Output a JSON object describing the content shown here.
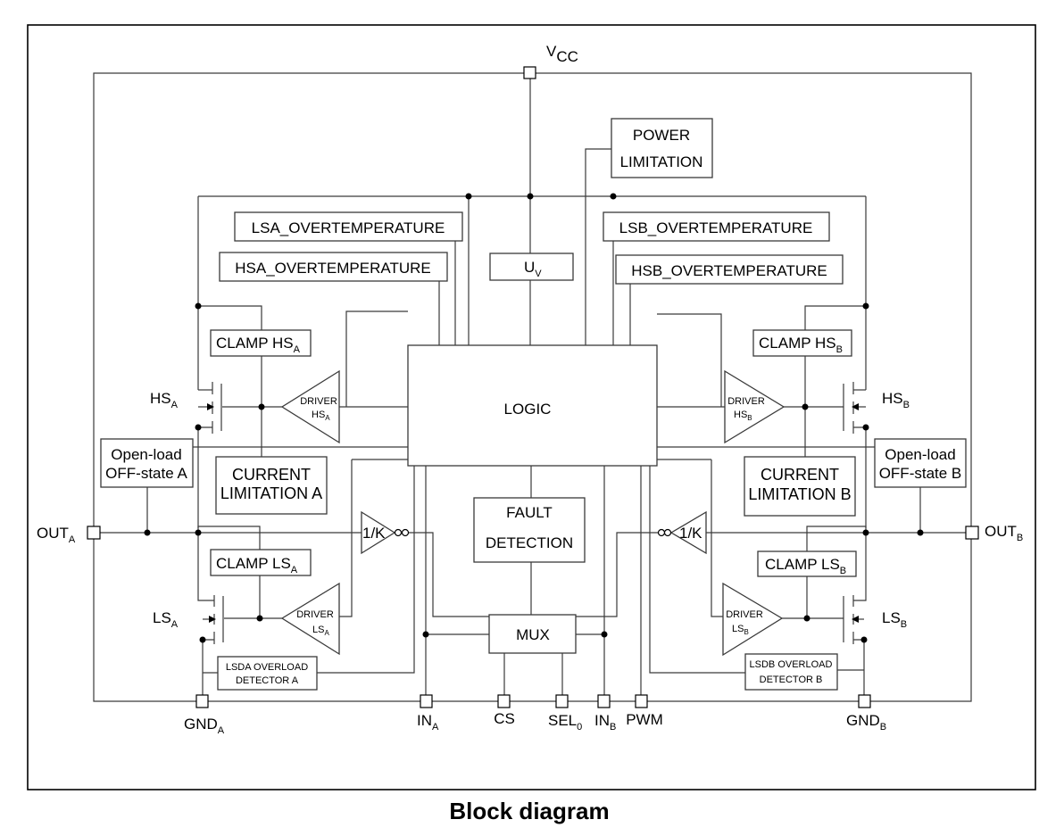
{
  "caption": "Block diagram",
  "pins": {
    "vcc": {
      "main": "V",
      "sub": "CC"
    },
    "out_a": {
      "main": "OUT",
      "sub": "A"
    },
    "out_b": {
      "main": "OUT",
      "sub": "B"
    },
    "gnd_a": {
      "main": "GND",
      "sub": "A"
    },
    "gnd_b": {
      "main": "GND",
      "sub": "B"
    },
    "in_a": {
      "main": "IN",
      "sub": "A"
    },
    "in_b": {
      "main": "IN",
      "sub": "B"
    },
    "cs": "CS",
    "sel0": {
      "main": "SEL",
      "sub": "0"
    },
    "pwm": "PWM"
  },
  "blocks": {
    "power_limitation": [
      "POWER",
      "LIMITATION"
    ],
    "lsa_overtemp": "LSA_OVERTEMPERATURE",
    "hsa_overtemp": "HSA_OVERTEMPERATURE",
    "lsb_overtemp": "LSB_OVERTEMPERATURE",
    "hsb_overtemp": "HSB_OVERTEMPERATURE",
    "uv": {
      "main": "U",
      "sub": "V"
    },
    "logic": "LOGIC",
    "clamp_hs_a": {
      "main": "CLAMP HS",
      "sub": "A"
    },
    "clamp_hs_b": {
      "main": "CLAMP HS",
      "sub": "B"
    },
    "clamp_ls_a": {
      "main": "CLAMP LS",
      "sub": "A"
    },
    "clamp_ls_b": {
      "main": "CLAMP LS",
      "sub": "B"
    },
    "current_limit_a": [
      "CURRENT",
      "LIMITATION A"
    ],
    "current_limit_b": [
      "CURRENT",
      "LIMITATION B"
    ],
    "openload_a": [
      "Open-load",
      "OFF-state A"
    ],
    "openload_b": [
      "Open-load",
      "OFF-state B"
    ],
    "fault_detection": [
      "FAULT",
      "DETECTION"
    ],
    "mux": "MUX",
    "lsda_overload": [
      "LSDA OVERLOAD",
      "DETECTOR A"
    ],
    "lsdb_overload": [
      "LSDB OVERLOAD",
      "DETECTOR B"
    ],
    "inv_a": "1/K",
    "inv_b": "1/K"
  },
  "drivers": {
    "hs_a": {
      "word": "DRIVER",
      "main": "HS",
      "sub": "A"
    },
    "hs_b": {
      "word": "DRIVER",
      "main": "HS",
      "sub": "B"
    },
    "ls_a": {
      "word": "DRIVER",
      "main": "LS",
      "sub": "A"
    },
    "ls_b": {
      "word": "DRIVER",
      "main": "LS",
      "sub": "B"
    }
  },
  "transistors": {
    "hs_a": {
      "main": "HS",
      "sub": "A"
    },
    "hs_b": {
      "main": "HS",
      "sub": "B"
    },
    "ls_a": {
      "main": "LS",
      "sub": "A"
    },
    "ls_b": {
      "main": "LS",
      "sub": "B"
    }
  }
}
